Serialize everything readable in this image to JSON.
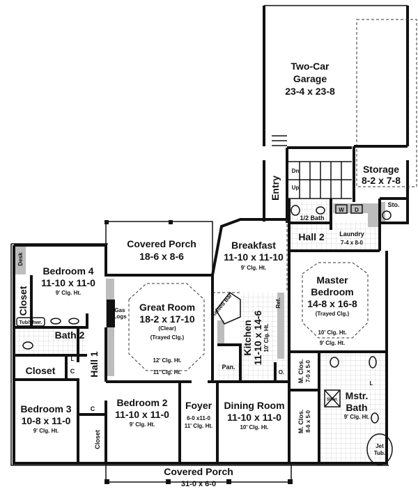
{
  "rooms": {
    "garage": {
      "name": "Two-Car",
      "name2": "Garage",
      "dims": "23-4 x 23-8"
    },
    "storage": {
      "name": "Storage",
      "dims": "8-2 x 7-8"
    },
    "sto": {
      "name": "Sto."
    },
    "entry": {
      "name": "Entry"
    },
    "half_bath": {
      "name": "1/2 Bath"
    },
    "hall2": {
      "name": "Hall 2"
    },
    "laundry": {
      "name": "Laundry",
      "dims": "7-4 x 8-0"
    },
    "covered_porch_rear": {
      "name": "Covered Porch",
      "dims": "18-6 x 8-6"
    },
    "breakfast": {
      "name": "Breakfast",
      "dims": "11-10 x 11-10",
      "ceiling": "9' Clg. Ht."
    },
    "bedroom4": {
      "name": "Bedroom 4",
      "dims": "11-10 x 11-0",
      "ceiling": "9' Clg. Ht."
    },
    "great_room": {
      "name": "Great Room",
      "dims": "18-2 x 17-10",
      "note1": "(Clear)",
      "note2": "(Trayed Clg.)",
      "ceiling_tray": "12' Clg. Ht.",
      "ceiling": "11' Clg. Ht."
    },
    "kitchen": {
      "name": "Kitchen",
      "dims": "11-10 x 14-6",
      "ceiling": "10' Clg. Ht."
    },
    "master_bedroom": {
      "name": "Master",
      "name2": "Bedroom",
      "dims": "14-8 x 16-8",
      "note": "(Trayed Clg.)",
      "ceiling_tray": "10' Clg. Ht.",
      "ceiling": "9' Clg. Ht."
    },
    "bath2": {
      "name": "Bath 2"
    },
    "closet_b4": {
      "name": "Closet"
    },
    "closet_hall": {
      "name": "Closet"
    },
    "hall1": {
      "name": "Hall 1"
    },
    "bedroom3": {
      "name": "Bedroom 3",
      "dims": "10-8 x 11-0",
      "ceiling": "9' Clg. Ht."
    },
    "bedroom2": {
      "name": "Bedroom 2",
      "dims": "11-10 x 11-0",
      "ceiling": "9' Clg. Ht."
    },
    "closet_b2": {
      "name": "Closet"
    },
    "foyer": {
      "name": "Foyer",
      "dims": "6-0 x11-0",
      "ceiling": "11' Clg. Ht."
    },
    "dining": {
      "name": "Dining Room",
      "dims": "11-10 x 11-0",
      "ceiling": "10' Clg. Ht."
    },
    "m_clos1": {
      "name": "M. Clos.",
      "dims": "7-0 x 5-0"
    },
    "m_clos2": {
      "name": "M. Clos.",
      "dims": "8-6 x 5-0"
    },
    "master_bath": {
      "name": "Mstr.",
      "name2": "Bath",
      "ceiling": "9' Clg. Ht."
    },
    "covered_porch_front": {
      "name": "Covered Porch",
      "dims": "31-0 x 6-0"
    }
  },
  "fixtures": {
    "desk": "Desk",
    "gas_logs1": "Gas",
    "gas_logs2": "Logs",
    "raised_bar": "Raised Bar",
    "ref": "Ref.",
    "pantry": "Pan.",
    "oven": "O.",
    "washer": "W",
    "dryer": "D",
    "linen": "L",
    "coat": "C",
    "shower": "Shwr.",
    "jet_tub1": "Jet",
    "jet_tub2": "Tub.",
    "tub_shower": "Tub/Shwr.",
    "stairs_down": "Dn",
    "stairs_up": "Up"
  }
}
